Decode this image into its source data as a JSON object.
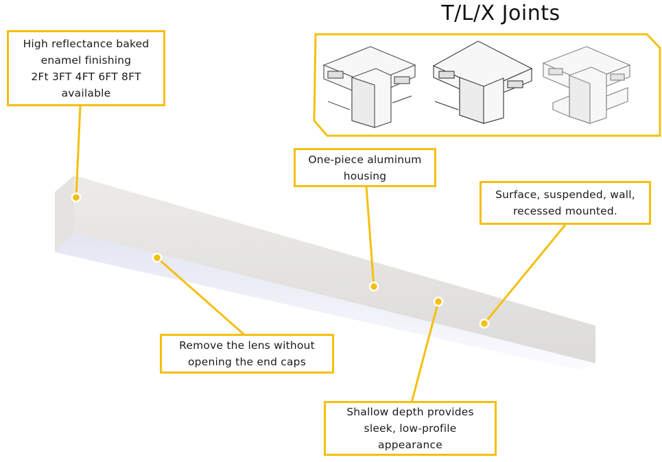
{
  "title": "T/L/X Joints",
  "joint_icons": [
    "t-joint-icon",
    "l-joint-icon",
    "x-joint-icon"
  ],
  "callouts": {
    "finishing": {
      "lines": [
        "High reflectance baked",
        "enamel finishing",
        "2Ft  3FT 4FT  6FT  8FT",
        "available"
      ]
    },
    "housing": {
      "lines": [
        "One-piece aluminum",
        "housing"
      ]
    },
    "mounting": {
      "lines": [
        "Surface, suspended, wall,",
        "recessed mounted."
      ]
    },
    "lens": {
      "lines": [
        "Remove the lens without",
        "opening the end caps"
      ]
    },
    "depth": {
      "lines": [
        "Shallow depth provides",
        "sleek, low-profile",
        "appearance"
      ]
    }
  },
  "colors": {
    "accent": "#f5bf0f",
    "fixture": "#e8e8e6",
    "lens": "#f3f4fb"
  }
}
